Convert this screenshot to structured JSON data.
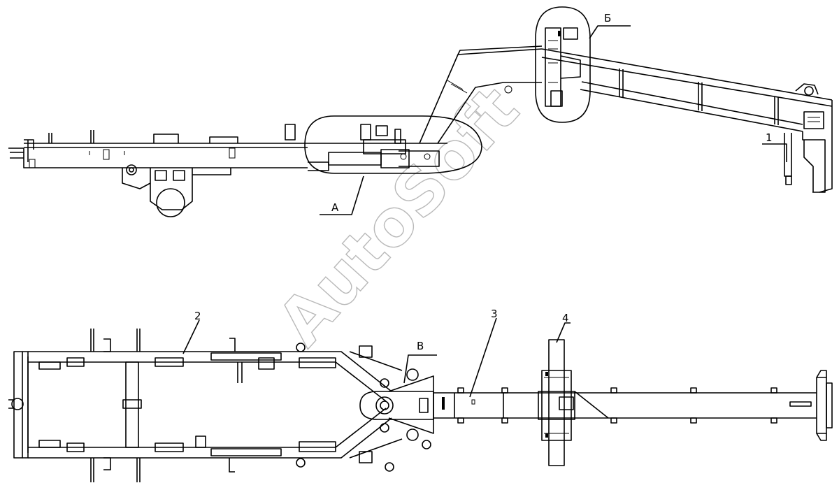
{
  "watermark": "AutoSoft",
  "callouts": {
    "view_a": "А",
    "view_b": "Б",
    "view_v": "В",
    "part_1": "1",
    "part_2": "2",
    "part_3": "3",
    "part_4": "4"
  }
}
